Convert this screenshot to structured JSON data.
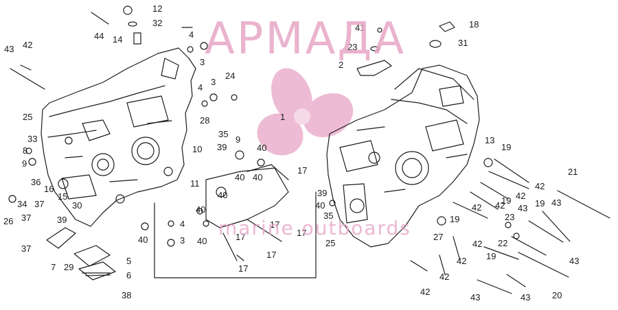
{
  "watermark": {
    "brand": "АРМАДА",
    "tagline": "marine outboards",
    "color": "#e7a6c6"
  },
  "callouts": [
    "1",
    "2",
    "3",
    "4",
    "5",
    "6",
    "7",
    "8",
    "9",
    "10",
    "11",
    "12",
    "13",
    "14",
    "15",
    "16",
    "17",
    "18",
    "19",
    "20",
    "21",
    "22",
    "23",
    "24",
    "25",
    "26",
    "27",
    "28",
    "29",
    "30",
    "31",
    "32",
    "33",
    "34",
    "35",
    "36",
    "37",
    "38",
    "39",
    "40",
    "41",
    "42",
    "43",
    "44"
  ],
  "colors": {
    "line": "#1a1a1a",
    "paper": "#ffffff"
  }
}
